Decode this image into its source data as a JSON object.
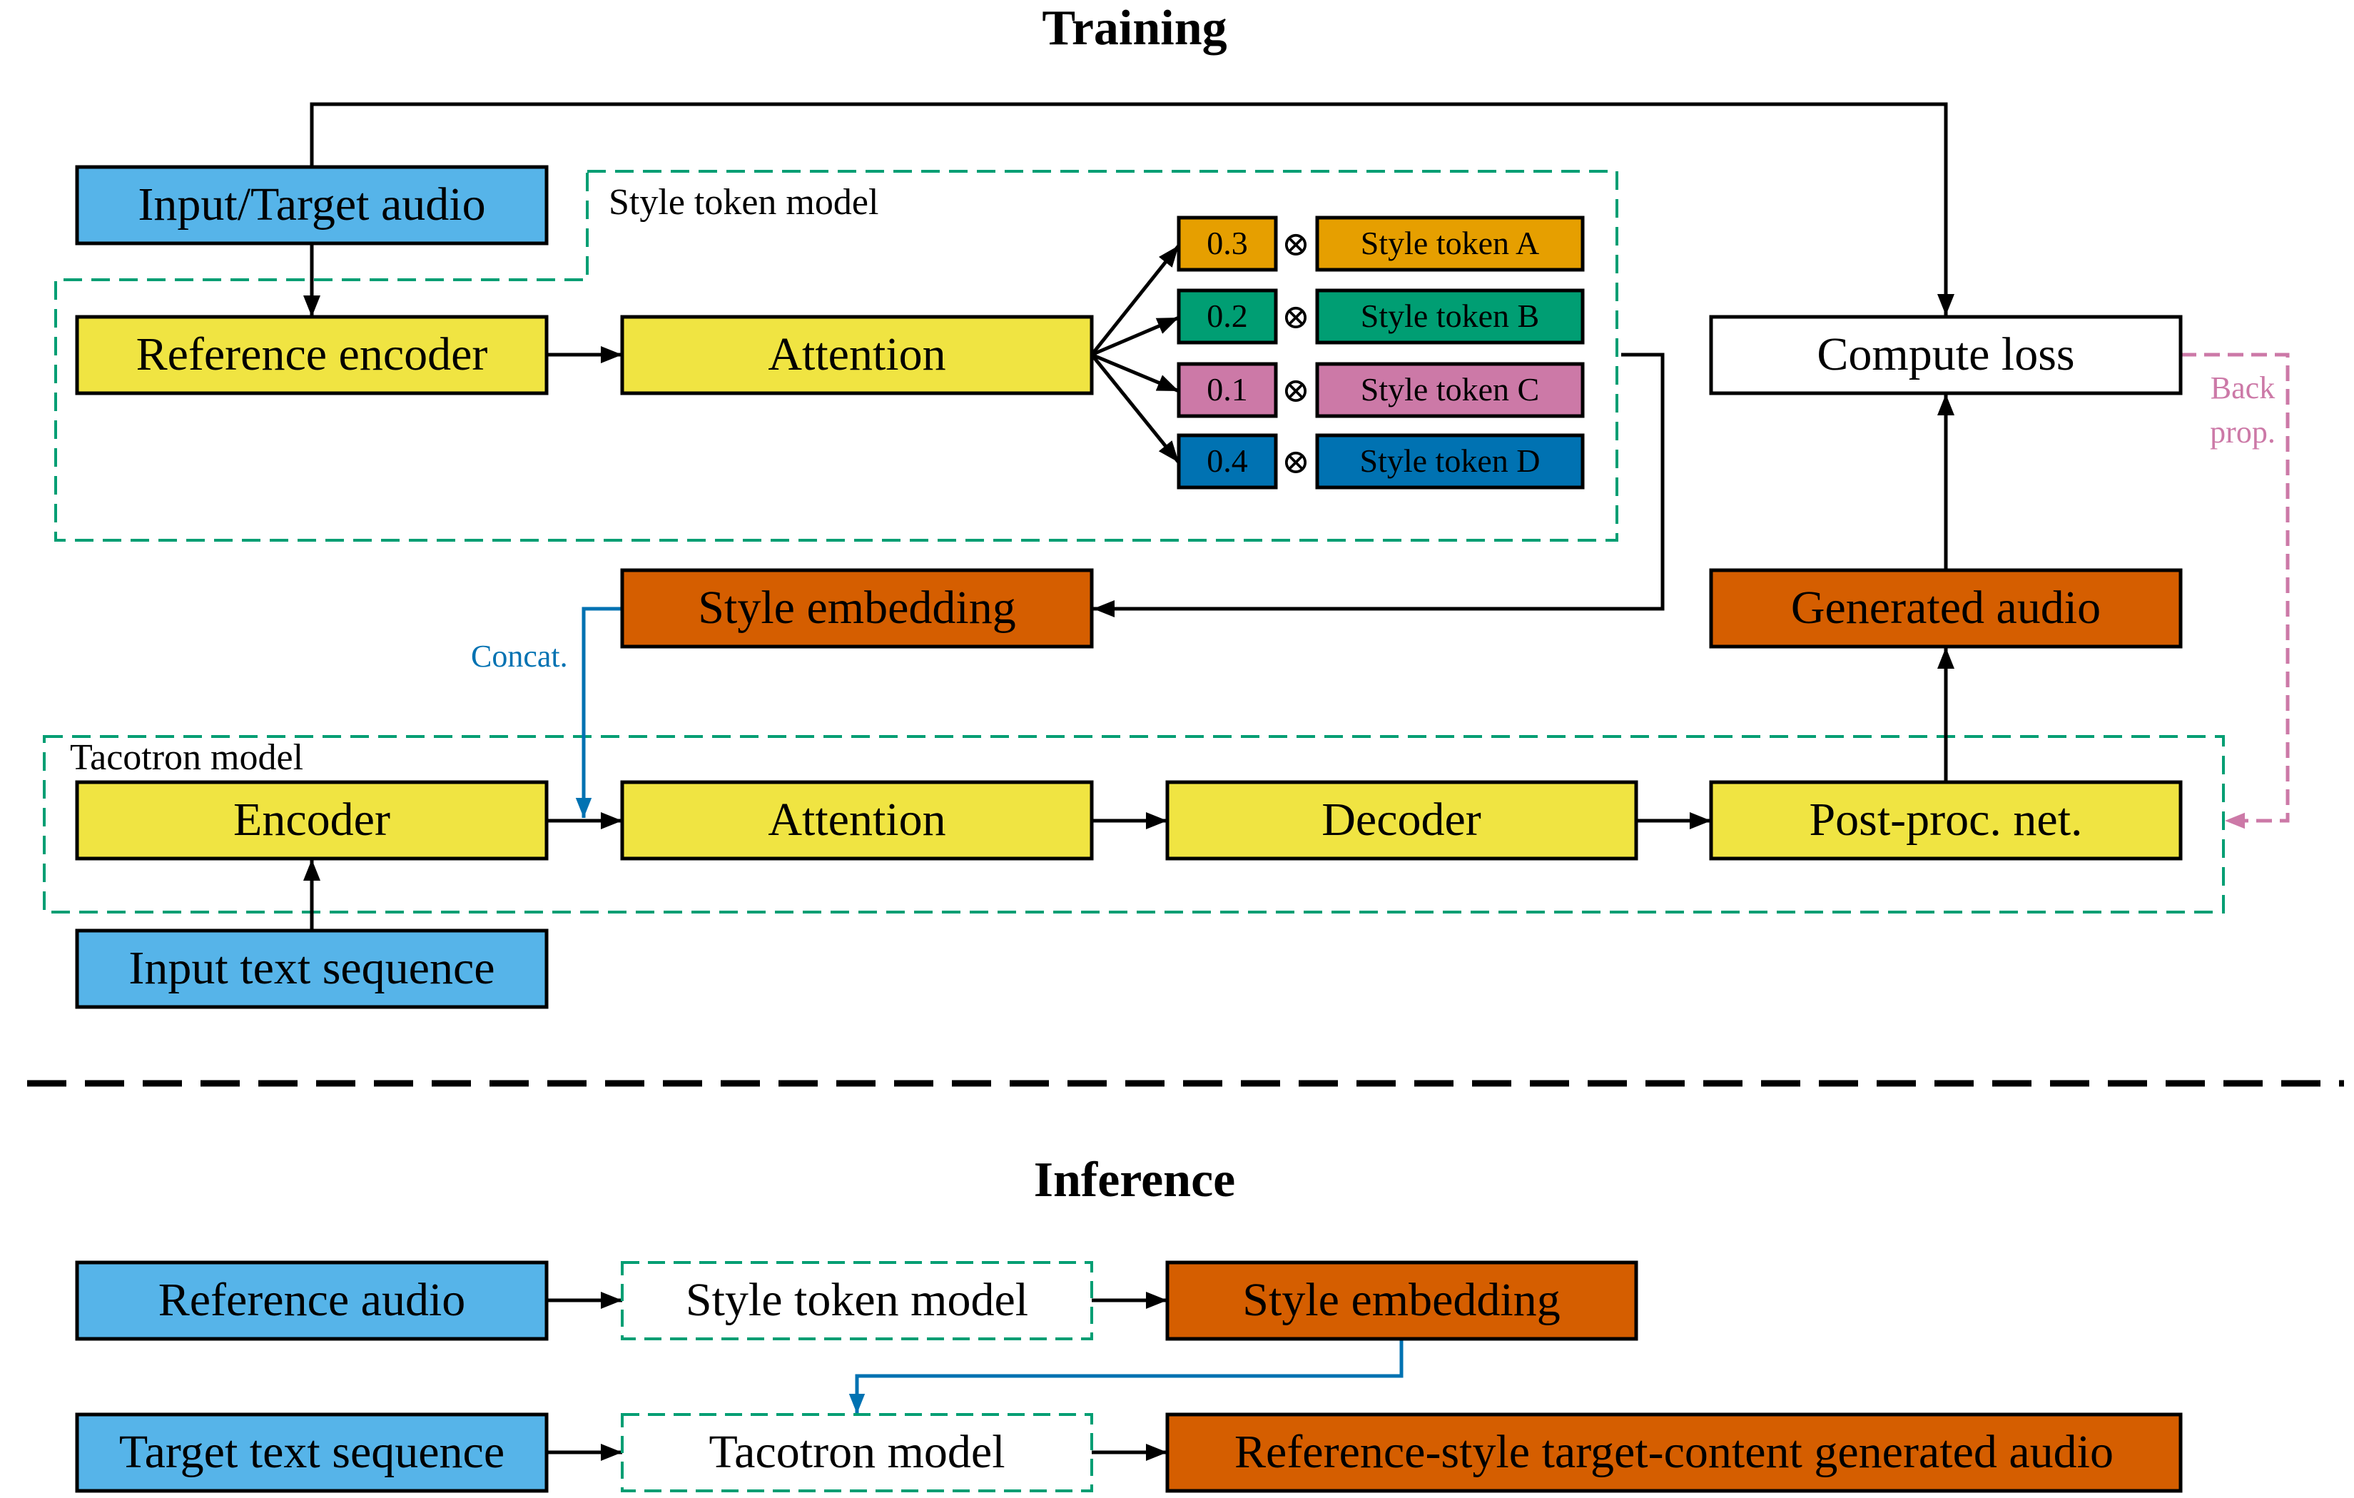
{
  "titles": {
    "training": "Training",
    "inference": "Inference"
  },
  "training": {
    "group_style_token_model": "Style token model",
    "group_tacotron_model": "Tacotron model",
    "input_target_audio": "Input/Target audio",
    "reference_encoder": "Reference encoder",
    "attention_style": "Attention",
    "style_tokens": [
      {
        "weight": "0.3",
        "label": "Style token A",
        "color": "#E69F00"
      },
      {
        "weight": "0.2",
        "label": "Style token B",
        "color": "#009E73"
      },
      {
        "weight": "0.1",
        "label": "Style token C",
        "color": "#CC79A7"
      },
      {
        "weight": "0.4",
        "label": "Style token D",
        "color": "#0072B2"
      }
    ],
    "multiply_symbol": "⊗",
    "compute_loss": "Compute loss",
    "back_prop_line1": "Back",
    "back_prop_line2": "prop.",
    "style_embedding": "Style embedding",
    "generated_audio": "Generated audio",
    "concat": "Concat.",
    "encoder": "Encoder",
    "attention_tacotron": "Attention",
    "decoder": "Decoder",
    "post_proc_net": "Post-proc. net.",
    "input_text_sequence": "Input text sequence"
  },
  "inference": {
    "reference_audio": "Reference audio",
    "style_token_model": "Style token model",
    "style_embedding": "Style embedding",
    "target_text_sequence": "Target text sequence",
    "tacotron_model": "Tacotron model",
    "generated_audio": "Reference-style target-content generated audio"
  },
  "colors": {
    "input_blue": "#56B4E9",
    "module_yellow": "#F0E442",
    "output_orange": "#D55E00",
    "group_green": "#009E73",
    "concat_blue": "#0072B2",
    "backprop_pink": "#CC79A7"
  }
}
